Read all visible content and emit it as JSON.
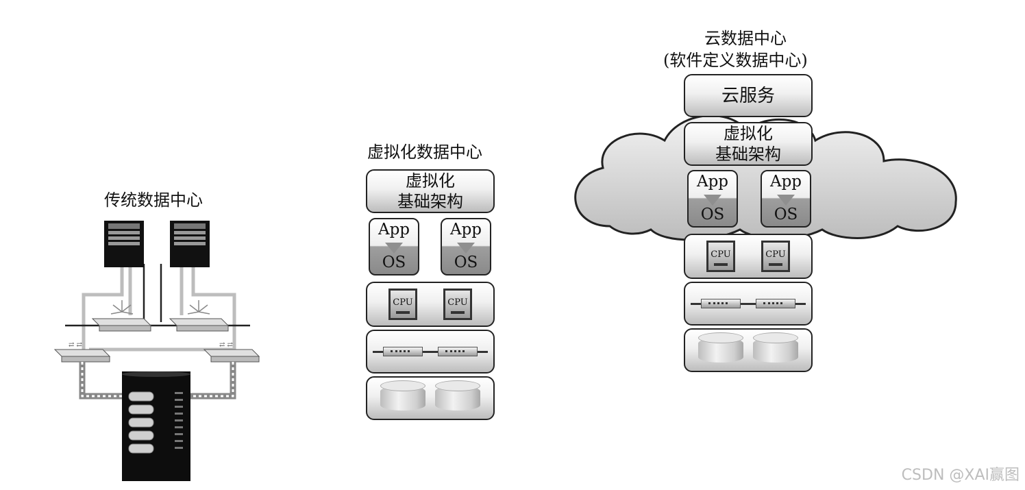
{
  "traditional": {
    "title": "传统数据中心"
  },
  "virtualized": {
    "title": "虚拟化数据中心",
    "infra_line1": "虚拟化",
    "infra_line2": "基础架构",
    "app_label": "App",
    "os_label": "OS",
    "cpu_label": "CPU"
  },
  "cloud": {
    "title_line1": "云数据中心",
    "title_line2": "(软件定义数据中心)",
    "service_label": "云服务",
    "infra_line1": "虚拟化",
    "infra_line2": "基础架构",
    "app_label": "App",
    "os_label": "OS",
    "cpu_label": "CPU"
  },
  "watermark": "CSDN @XAI赢图"
}
